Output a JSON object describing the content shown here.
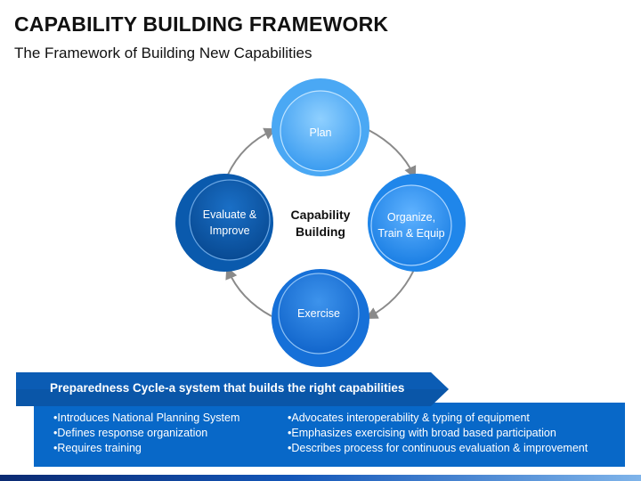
{
  "header": {
    "title": "CAPABILITY BUILDING FRAMEWORK",
    "subtitle": "The Framework of Building New Capabilities"
  },
  "diagram": {
    "center_label_line1": "Capability",
    "center_label_line2": "Building",
    "nodes": {
      "plan": "Plan",
      "organize_line1": "Organize,",
      "organize_line2": "Train & Equip",
      "exercise": "Exercise",
      "evaluate_line1": "Evaluate &",
      "evaluate_line2": "Improve"
    },
    "colors": {
      "plan": "#4aa8f4",
      "organize": "#1f86ea",
      "exercise": "#1670d8",
      "evaluate": "#0a5aad",
      "arrow": "#8a8a8a"
    }
  },
  "panel": {
    "banner": "Preparedness Cycle-a system that builds the right capabilities",
    "left_items": [
      "Introduces National Planning System",
      "Defines response organization",
      "Requires training"
    ],
    "right_items": [
      "Advocates interoperability & typing of equipment",
      "Emphasizes exercising with broad based participation",
      "Describes process for continuous evaluation & improvement"
    ],
    "colors": {
      "banner": "#0a56a8",
      "panel": "#0868c8"
    }
  }
}
